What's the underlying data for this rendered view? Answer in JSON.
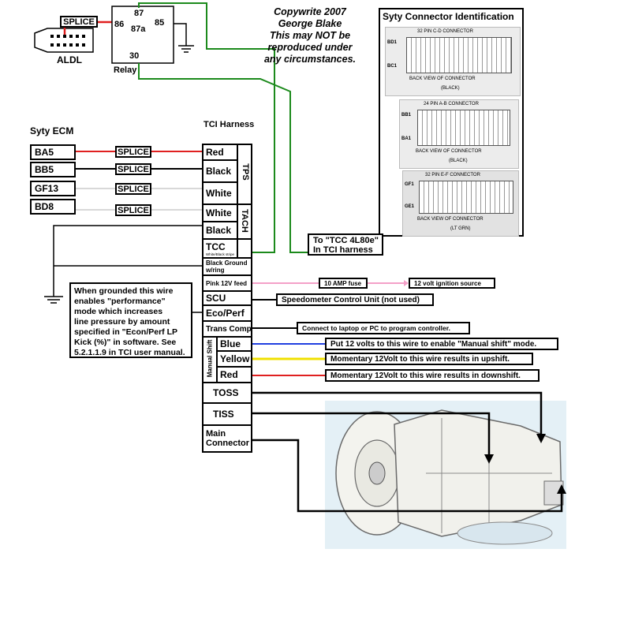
{
  "copyright": {
    "line1": "Copywrite 2007",
    "line2": "George Blake",
    "line3": "This may NOT be",
    "line4": "reproduced under",
    "line5": "any circumstances."
  },
  "aldl": {
    "label": "ALDL",
    "splice": "SPLICE"
  },
  "relay": {
    "label": "Relay",
    "pins": {
      "p86": "86",
      "p87": "87",
      "p87a": "87a",
      "p85": "85",
      "p30": "30"
    }
  },
  "syty_connector": {
    "title": "Syty Connector Identification",
    "panels": [
      {
        "header": "32 PIN C-D CONNECTOR",
        "caption": "BACK VIEW OF CONNECTOR",
        "color": "(BLACK)",
        "pin_a": "BD1",
        "pin_b": "BC1"
      },
      {
        "header": "24 PIN A-B CONNECTOR",
        "caption": "BACK VIEW OF CONNECTOR",
        "color": "(BLACK)",
        "pin_a": "BB1",
        "pin_b": "BA1"
      },
      {
        "header": "32 PIN E-F CONNECTOR",
        "caption": "BACK VIEW OF CONNECTOR",
        "color": "(LT GRN)",
        "pin_a": "GF1",
        "pin_b": "GE1"
      }
    ]
  },
  "ecm": {
    "title": "Syty ECM",
    "pins": [
      "BA5",
      "BB5",
      "GF13",
      "BD8"
    ],
    "splices": [
      "SPLICE",
      "SPLICE",
      "SPLICE",
      "SPLICE"
    ]
  },
  "harness": {
    "title": "TCI Harness",
    "tps_label": "TPS",
    "tach_label": "TACH",
    "manual_shift_label": "Manual Shift",
    "rows": {
      "tps_red": "Red",
      "tps_black": "Black",
      "tps_white": "White",
      "tach_white": "White",
      "tach_black": "Black",
      "tcc": "TCC",
      "tcc_sub": "White/Black stripe",
      "black_ground": "Black Ground w/ring",
      "pink": "Pink 12V feed",
      "scu": "SCU",
      "eco": "Eco/Perf",
      "trans_comp": "Trans Comp",
      "blue": "Blue",
      "yellow": "Yellow",
      "red": "Red",
      "toss": "TOSS",
      "tiss": "TISS",
      "main1": "Main",
      "main2": "Connector"
    }
  },
  "notes": {
    "tcc_target_1": "To \"TCC 4L80e\"",
    "tcc_target_2": "In TCI harness",
    "fuse": "10 AMP fuse",
    "ignition": "12 volt ignition source",
    "scu": "Speedometer Control Unit (not used)",
    "trans_comp": "Connect to laptop or PC to program controller.",
    "blue": "Put 12 volts to this wire to enable \"Manual shift\" mode.",
    "yellow": "Momentary 12Volt to this wire results in upshift.",
    "red": "Momentary 12Volt to this wire results in downshift."
  },
  "perf_note": {
    "lines": [
      "When grounded this wire",
      "enables \"performance\"",
      "mode which increases",
      "line pressure by amount",
      "specified in \"Econ/Perf LP",
      "Kick (%)\" in software. See",
      "5.2.1.1.9 in TCI user manual."
    ]
  },
  "colors": {
    "wire_red": "#e02020",
    "wire_green": "#1c8a1c",
    "wire_blue": "#2040e0",
    "wire_yellow": "#f0e000",
    "wire_pink": "#f4a0c8",
    "wire_white": "#d8d8d8",
    "transmission_bg": "#e4f0f6"
  }
}
